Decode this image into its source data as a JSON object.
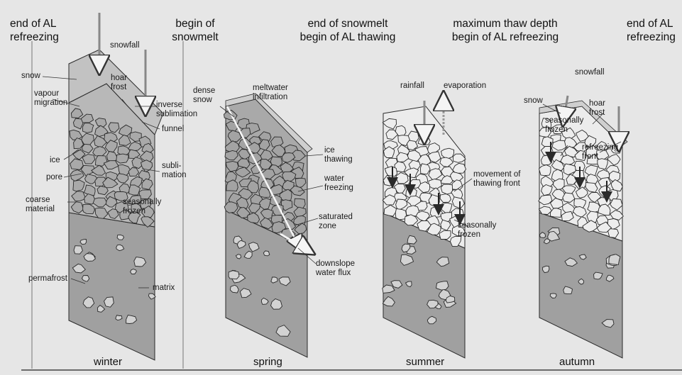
{
  "headers": {
    "h1": "end of AL\nrefreezing",
    "h2": "begin of\nsnowmelt",
    "h3": "end of snowmelt\nbegin of AL thawing",
    "h4": "maximum thaw depth\nbegin of AL refreezing",
    "h5": "end of AL\nrefreezing"
  },
  "seasons": [
    "winter",
    "spring",
    "summer",
    "autumn"
  ],
  "winter": {
    "snowfall": "snowfall",
    "snow": "snow",
    "hoar_frost": "hoar\nfrost",
    "vapour_migration": "vapour\nmigration",
    "inverse_sublimation": "inverse\nsublimation",
    "funnel": "funnel",
    "ice": "ice",
    "pore": "pore",
    "sublimation": "subli-\nmation",
    "coarse_material": "coarse\nmaterial",
    "seasonally_frozen": "seasonally\nfrozen",
    "permafrost": "permafrost",
    "matrix": "matrix"
  },
  "spring": {
    "dense_snow": "dense\nsnow",
    "meltwater_infiltration": "meltwater\ninfiltration",
    "ice_thawing": "ice\nthawing",
    "water_freezing": "water\nfreezing",
    "saturated_zone": "saturated\nzone",
    "downslope_water_flux": "downslope\nwater flux"
  },
  "summer": {
    "rainfall": "rainfall",
    "evaporation": "evaporation",
    "movement_thawing_front": "movement of\nthawing front",
    "seasonally_frozen": "seasonally\nfrozen"
  },
  "autumn": {
    "snowfall": "snowfall",
    "snow": "snow",
    "seasonally_frozen": "seasonally\nfrozen",
    "hoar_frost": "hoar\nfrost",
    "refreezing_front": "refreezing\nfront"
  },
  "colors": {
    "background": "#e6e6e6",
    "rock_fill": "#a9a9a9",
    "rock_fill_light": "#ececec",
    "matrix_fill": "#a0a0a0",
    "snow_fill": "#b8b8b8",
    "outline": "#2a2a2a"
  }
}
